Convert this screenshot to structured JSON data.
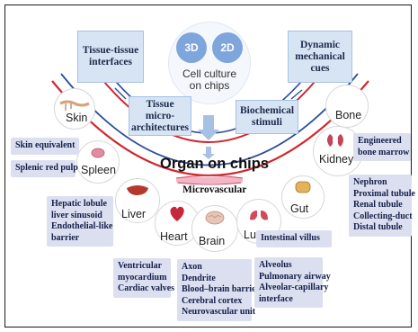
{
  "center": {
    "bubble_3d": "3D",
    "bubble_2d": "2D",
    "cell_culture_line1": "Cell culture",
    "cell_culture_line2": "on chips",
    "title": "Organ on chips",
    "microvascular": "Microvascular"
  },
  "top_boxes": {
    "tissue_interfaces": [
      "Tissue-tissue",
      "interfaces"
    ],
    "dynamic_cues": [
      "Dynamic",
      "mechanical",
      "cues"
    ],
    "micro_architectures": [
      "Tissue micro-",
      "architectures"
    ],
    "biochemical_stimuli": [
      "Biochemical",
      "stimuli"
    ]
  },
  "organs": {
    "skin": "Skin",
    "spleen": "Spleen",
    "liver": "Liver",
    "heart": "Heart",
    "brain": "Brain",
    "lung": "Lung",
    "gut": "Gut",
    "kidney": "Kidney",
    "bone": "Bone"
  },
  "examples": {
    "skin": [
      "Skin equivalent"
    ],
    "spleen": [
      "Splenic red pulp"
    ],
    "liver": [
      "Hepatic lobule",
      "liver sinusoid",
      "Endothelial-like",
      "barrier"
    ],
    "heart": [
      "Ventricular",
      "myocardium",
      "Cardiac valves"
    ],
    "brain": [
      "Axon",
      "Dendrite",
      "Blood–brain barrier",
      "Cerebral cortex",
      "Neurovascular unit"
    ],
    "lung": [
      "Alveolus",
      "Pulmonary airway",
      "Alveolar-capillary",
      "interface"
    ],
    "gut": [
      "Intestinal villus"
    ],
    "bone": [
      "Engineered",
      "bone marrow"
    ],
    "kidney": [
      "Nephron",
      "Proximal tubule",
      "Renal tubule",
      "Collecting-duct",
      "Distal tubule"
    ]
  },
  "colors": {
    "blue_box": "#d6e4f4",
    "lavender_box": "#dcdff0",
    "arc_red": "#d0282e",
    "arc_blue": "#2d4d9a",
    "bubble_blue": "#7ea5dc"
  },
  "icons": {
    "skin": "skin-tissue-icon",
    "spleen": "spleen-icon",
    "liver": "liver-icon",
    "heart": "heart-icon",
    "brain": "brain-icon",
    "lung": "lung-icon",
    "gut": "gut-icon",
    "kidney": "kidney-icon",
    "bone": "bone-icon"
  }
}
